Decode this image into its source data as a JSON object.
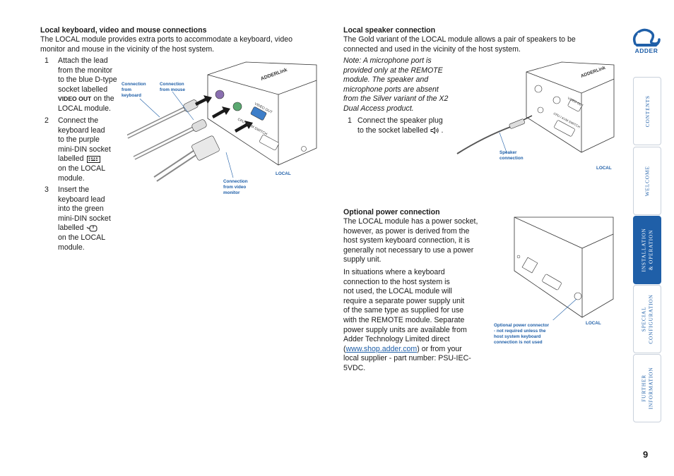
{
  "left": {
    "heading": "Local keyboard, video and mouse connections",
    "intro": [
      "The LOCAL module provides extra ports to accommodate a keyboard, video",
      "monitor and mouse in the vicinity of the host system."
    ],
    "steps": [
      {
        "num": "1",
        "lines": [
          "Attach the lead",
          "from the monitor",
          "to the blue D-type",
          "socket labelled"
        ],
        "tail_bold": "VIDEO OUT",
        "tail_rest": " on the",
        "last": "LOCAL module."
      },
      {
        "num": "2",
        "lines": [
          "Connect the",
          "keyboard lead",
          "to the purple",
          "mini-DIN socket",
          "labelled",
          "on the LOCAL",
          "module."
        ]
      },
      {
        "num": "3",
        "lines": [
          "Insert the",
          "keyboard lead",
          "into the green",
          "mini-DIN socket",
          "labelled",
          "on the LOCAL",
          "module."
        ]
      }
    ],
    "diagram": {
      "cap_keyboard": [
        "Connection",
        "from",
        "keyboard"
      ],
      "cap_mouse": [
        "Connection",
        "from mouse"
      ],
      "cap_video": [
        "Connection",
        "from video",
        "monitor"
      ],
      "cap_local": "LOCAL",
      "brand": "ADDERLink",
      "port_video": "VIDEO OUT",
      "port_cpu": "CPU / KVM SWITCH"
    }
  },
  "right": {
    "speaker_heading": "Local speaker connection",
    "speaker_intro": [
      "The Gold variant of the LOCAL module allows a pair of speakers to be",
      "connected and used in the vicinity of the host system."
    ],
    "note": [
      "Note: A microphone port is",
      "provided only at the REMOTE",
      "module. The speaker and",
      "microphone ports are absent",
      "from the Silver variant of the X2",
      "Dual Access product."
    ],
    "speaker_step_num": "1",
    "speaker_step": [
      "Connect the speaker plug",
      "to the socket labelled"
    ],
    "speaker_caps": {
      "speaker": [
        "Speaker",
        "connection"
      ],
      "local": "LOCAL"
    },
    "power_heading": "Optional power connection",
    "power_p1": [
      "The LOCAL module has a power socket,",
      "however, as power is derived from the",
      "host system keyboard connection, it is",
      "generally not necessary to use a power",
      "supply unit."
    ],
    "power_p2": [
      "In situations where a keyboard",
      "connection to the host system is",
      "not used, the LOCAL module will",
      "require a separate power supply unit",
      "of the same type as supplied for use",
      "with the REMOTE module. Separate",
      "power supply units are available from",
      "Adder Technology Limited direct"
    ],
    "power_link_pre": "(",
    "power_link": "www.shop.adder.com",
    "power_link_post": ") or from your",
    "power_p2_end": [
      "local supplier - part number: PSU-IEC-",
      "5VDC."
    ],
    "power_caps": {
      "optional": [
        "Optional power connector",
        "- not required unless the",
        "host system keyboard",
        "connection is not used"
      ],
      "local": "LOCAL"
    }
  },
  "sidebar": {
    "logo_text": "ADDER",
    "tabs": [
      {
        "label": [
          "CONTENTS"
        ],
        "active": false
      },
      {
        "label": [
          "WELCOME"
        ],
        "active": false
      },
      {
        "label": [
          "INSTALLATION",
          "& OPERATION"
        ],
        "active": true
      },
      {
        "label": [
          "SPECIAL",
          "CONFIGURATION"
        ],
        "active": false
      },
      {
        "label": [
          "FURTHER",
          "INFORMATION"
        ],
        "active": false
      }
    ]
  },
  "page_number": "9",
  "colors": {
    "accent": "#1f5fa8",
    "text": "#1a1a1a",
    "tab_border": "#c9d1dc"
  }
}
